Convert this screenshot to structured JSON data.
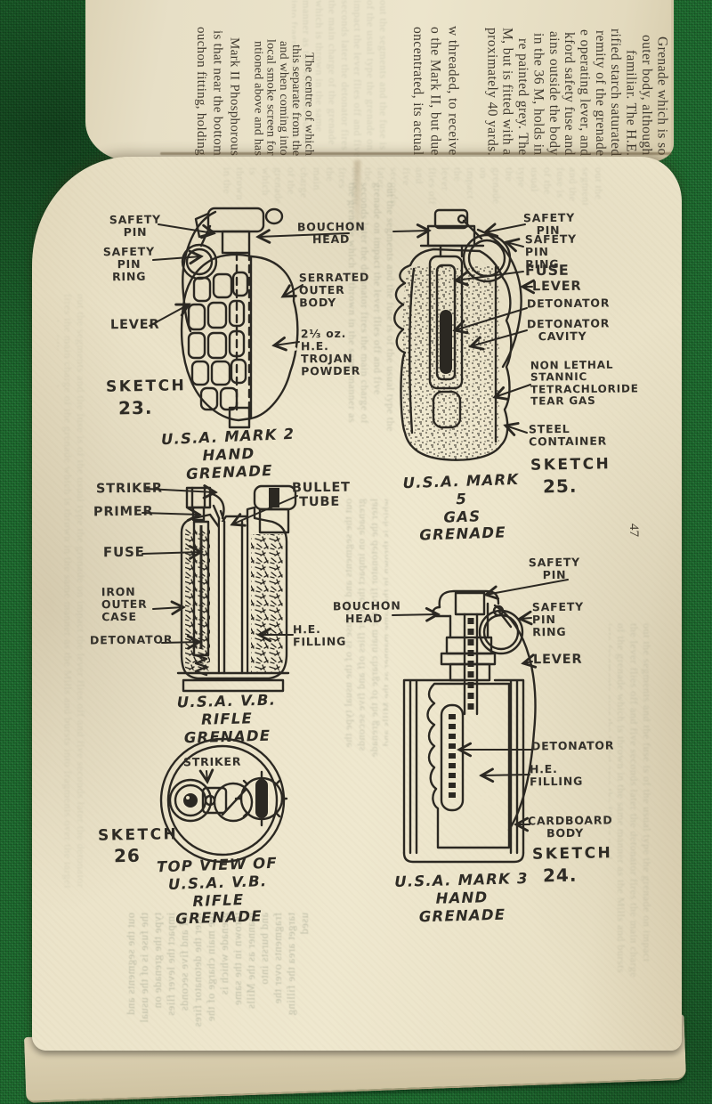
{
  "scene": {
    "felt_color": "#1e6c2f",
    "paper_color": "#ece4ca",
    "ink_color": "#2b2822"
  },
  "top_page": {
    "lines": [
      "Grenade which is so",
      "outer body, although",
      "familiar.  The H.E.",
      "rified starch saturated",
      "remity of the grenade",
      "e operating lever, and",
      "kford safety fuse and",
      "ains outside the body",
      "in the 36 M, holds in",
      "re painted grey.  The",
      "M, but is fitted with a",
      "proximately 40 yards.",
      "w threaded, to receive",
      "o the Mark II, but due",
      "oncentrated, its actual",
      "The centre of which",
      "this separate from the",
      "and when coming into",
      "local smoke screen for",
      "ntioned above and has",
      "Mark II Phosphorous",
      "is that near the bottom",
      "ouchon fitting, holding"
    ]
  },
  "page": {
    "page_number": "47"
  },
  "sketches": {
    "mark2": {
      "safety_pin": "SAFETY\nPIN",
      "safety_pin_ring": "SAFETY\nPIN\nRING",
      "lever": "LEVER",
      "bouchon_head": "BOUCHON\nHEAD",
      "serrated_body": "SERRATED\nOUTER\nBODY",
      "trojan": "2⅓ oz.\nH.E.\nTROJAN\nPOWDER",
      "sketch_word": "SKETCH",
      "number": "23.",
      "caption": "U.S.A. MARK 2\nHAND GRENADE"
    },
    "mark5": {
      "safety_pin": "SAFETY\nPIN",
      "safety_pin_ring": "SAFETY\nPIN\nRING",
      "fuse": "FUSE",
      "lever": "LEVER",
      "detonator": "DETONATOR",
      "detonator_cavity": "DETONATOR\nCAVITY",
      "tear_gas": "NON LETHAL\nSTANNIC\nTETRACHLORIDE\nTEAR GAS",
      "steel_container": "STEEL\nCONTAINER",
      "sketch_word": "SKETCH",
      "number": "25.",
      "caption": "U.S.A. MARK 5\nGAS GRENADE"
    },
    "vb": {
      "striker": "STRIKER",
      "primer": "PRIMER",
      "fuse": "FUSE",
      "iron_case": "IRON\nOUTER\nCASE",
      "detonator": "DETONATOR",
      "bullet_tube": "BULLET\nTUBE",
      "he_filling": "H.E.\nFILLING",
      "caption": "U.S.A.  V.B.\nRIFLE GRENADE"
    },
    "top_view": {
      "striker": "STRIKER",
      "sketch_word": "SKETCH",
      "number": "26",
      "caption": "TOP VIEW OF\nU.S.A. V.B.\nRIFLE GRENADE"
    },
    "mark3": {
      "safety_pin": "SAFETY\nPIN",
      "bouchon_head": "BOUCHON\nHEAD",
      "safety_pin_ring": "SAFETY\nPIN\nRING",
      "lever": "LEVER",
      "detonator": "DETONATOR",
      "he_filling": "H.E.\nFILLING",
      "cardboard_body": "CARDBOARD\nBODY",
      "sketch_word": "SKETCH",
      "number": "24.",
      "caption": "U.S.A.  MARK 3\nHAND GRENADE"
    }
  },
  "decor": {
    "ghost_text": "out the segments and the fuse is of the usual type the grenade on impact the lever flies off and five seconds later the detonator fires the main charge of the grenade which is thrown in the same manner as the Mills and bursts into fragments over the target area the filling used"
  }
}
